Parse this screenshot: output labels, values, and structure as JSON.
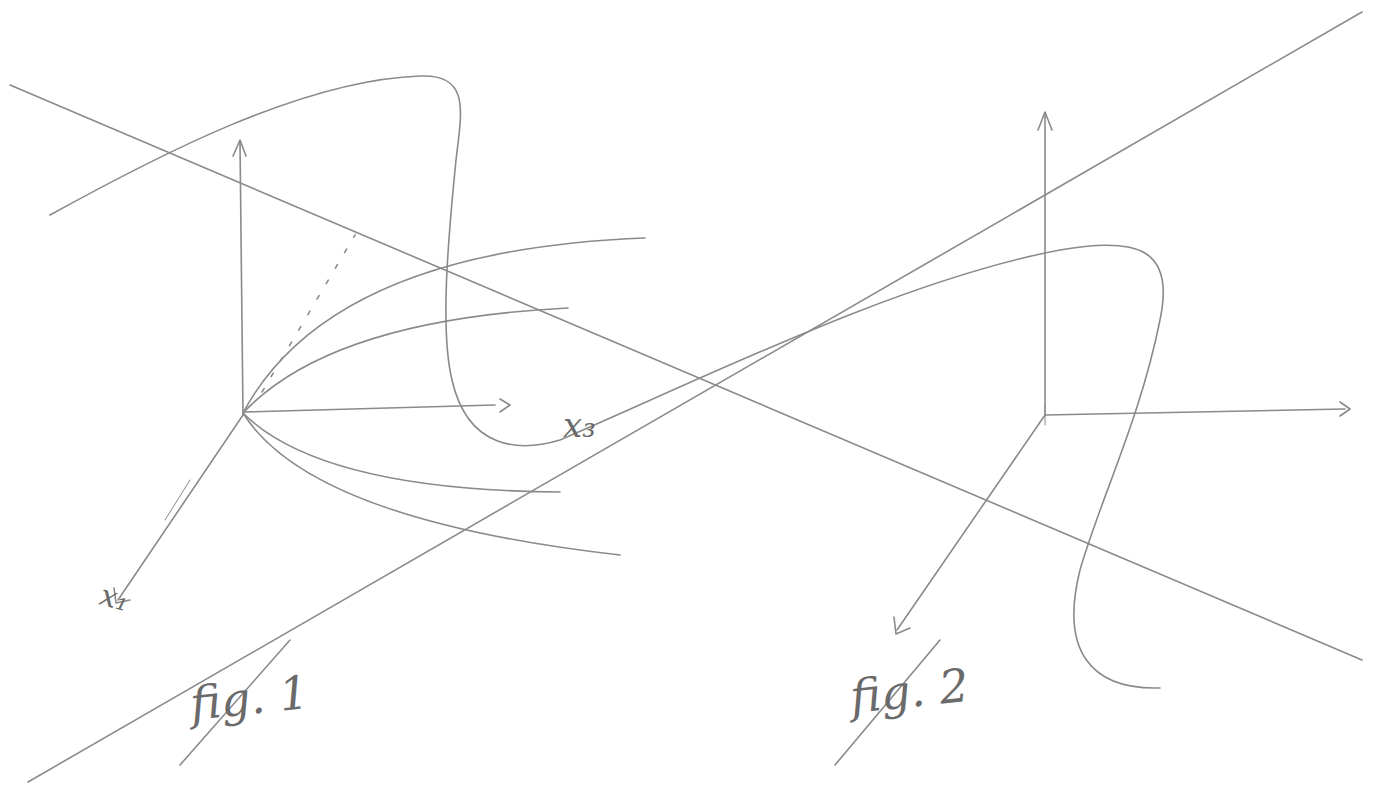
{
  "diagram": {
    "labels": [
      "x₁",
      "x₃",
      "fig. 1",
      "fig. 2"
    ]
  }
}
